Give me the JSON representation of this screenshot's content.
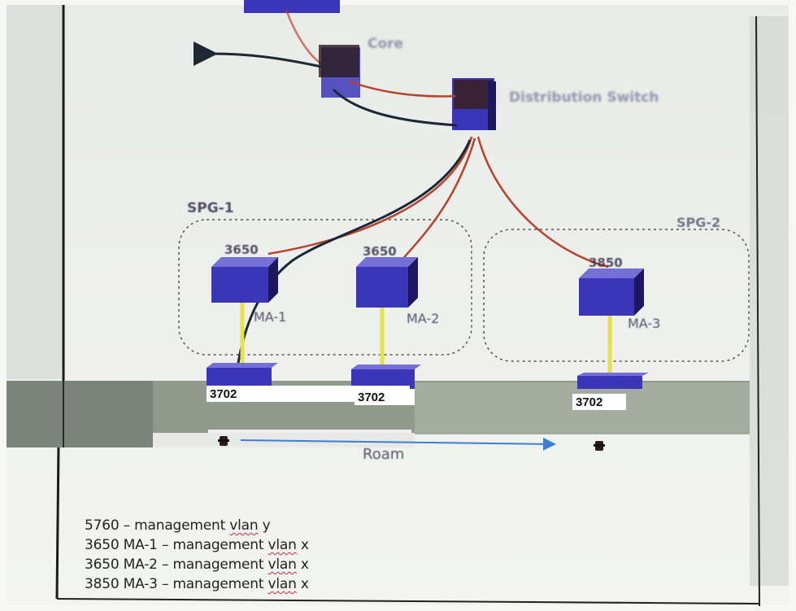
{
  "diagram": {
    "core_label": "Core",
    "distribution_label": "Distribution Switch",
    "spg1_label": "SPG-1",
    "spg2_label": "SPG-2",
    "switches": [
      {
        "model": "3650",
        "agent": "MA-1"
      },
      {
        "model": "3650",
        "agent": "MA-2"
      },
      {
        "model": "3850",
        "agent": "MA-3"
      }
    ],
    "access_points": [
      "3702",
      "3702",
      "3702"
    ],
    "roam_label": "Roam"
  },
  "legend": [
    {
      "prefix": "5760 – management ",
      "vlan": "vlan",
      "suffix": " y"
    },
    {
      "prefix": "3650 MA-1 – management ",
      "vlan": "vlan",
      "suffix": " x"
    },
    {
      "prefix": "3650 MA-2 – management ",
      "vlan": "vlan",
      "suffix": " x"
    },
    {
      "prefix": "3850 MA-3 – management ",
      "vlan": "vlan",
      "suffix": " x"
    }
  ],
  "colors": {
    "switch_front": "#3b36b8",
    "switch_top": "#7470d8",
    "switch_side": "#1c1860",
    "red_link": "#b8432c",
    "dark_link": "#1a2838",
    "yellow_link": "#e4e44a",
    "roam_arrow": "#3f7fd0"
  }
}
